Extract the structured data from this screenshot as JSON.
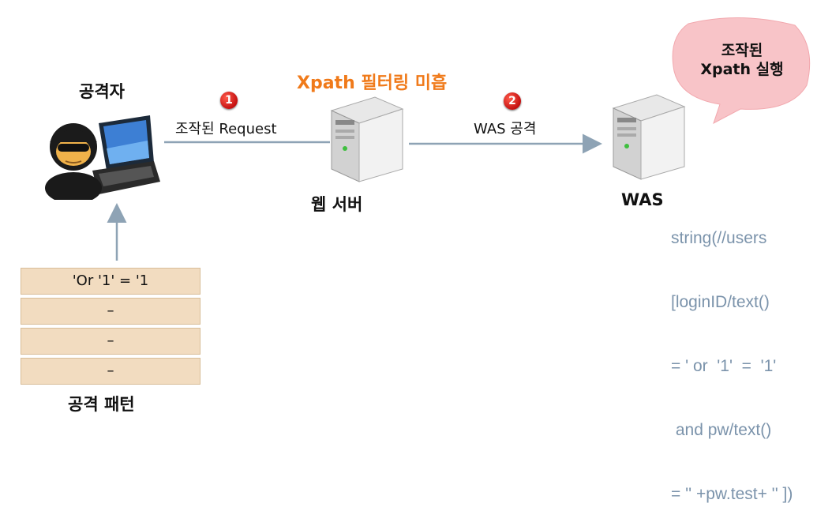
{
  "attacker": {
    "label": "공격자"
  },
  "step1": {
    "badge": "1",
    "label": "조작된 Request"
  },
  "filter_note": "Xpath 필터링 미흡",
  "web_server": {
    "label": "웹 서버"
  },
  "step2": {
    "badge": "2",
    "label": "WAS 공격"
  },
  "was": {
    "label": "WAS"
  },
  "bubble": {
    "line1": "조작된",
    "line2": "Xpath 실행"
  },
  "query_lines": [
    "string(//users",
    "[loginID/text()",
    "= ' or  '1'  =  '1'",
    " and pw/text()",
    "= '' +pw.test+ '' ])"
  ],
  "attack_pattern": {
    "title": "공격 패턴",
    "rows": [
      "'Or  '1' = '1",
      "–",
      "–",
      "–"
    ]
  },
  "colors": {
    "arrow": "#8ea3b5",
    "orange": "#f07a1a",
    "code": "#7b93ab",
    "bubble": "#f8c4c8"
  }
}
